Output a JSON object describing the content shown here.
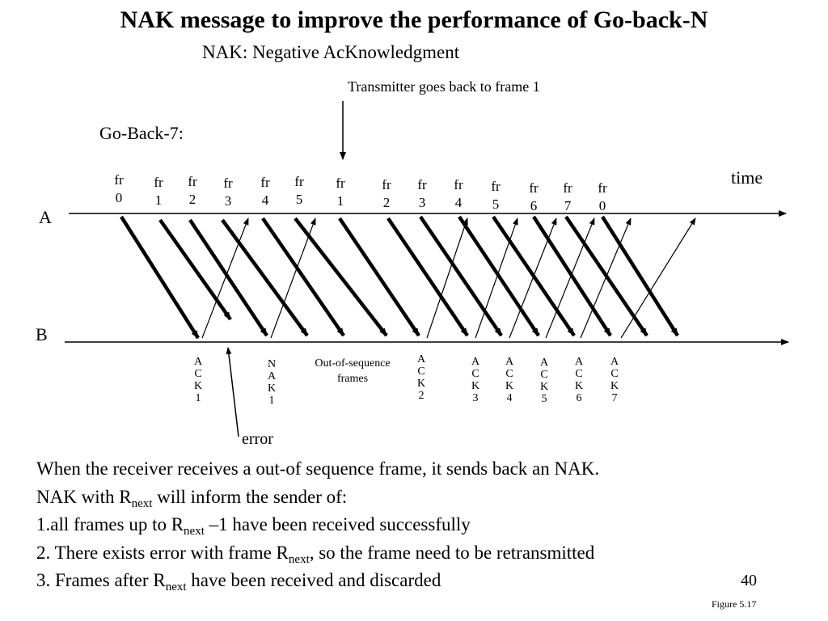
{
  "title": "NAK message to improve the performance of Go-back-N",
  "subtitle": "NAK: Negative AcKnowledgment",
  "annotation_top": "Transmitter goes back to frame 1",
  "scheme_label": "Go-Back-7:",
  "time_label": "time",
  "station_a": "A",
  "station_b": "B",
  "frames": [
    {
      "l1": "fr",
      "l2": "0"
    },
    {
      "l1": "fr",
      "l2": "1"
    },
    {
      "l1": "fr",
      "l2": "2"
    },
    {
      "l1": "fr",
      "l2": "3"
    },
    {
      "l1": "fr",
      "l2": "4"
    },
    {
      "l1": "fr",
      "l2": "5"
    },
    {
      "l1": "fr",
      "l2": "1"
    },
    {
      "l1": "fr",
      "l2": "2"
    },
    {
      "l1": "fr",
      "l2": "3"
    },
    {
      "l1": "fr",
      "l2": "4"
    },
    {
      "l1": "fr",
      "l2": "5"
    },
    {
      "l1": "fr",
      "l2": "6"
    },
    {
      "l1": "fr",
      "l2": "7"
    },
    {
      "l1": "fr",
      "l2": "0"
    }
  ],
  "acks": [
    "ACK1",
    "NAK1",
    "ACK2",
    "ACK3",
    "ACK4",
    "ACK5",
    "ACK6",
    "ACK7"
  ],
  "out_of_sequence": "Out-of-sequence frames",
  "error_label": "error",
  "body": {
    "line1": "When the receiver receives a out-of sequence frame, it  sends back an NAK.",
    "line2_a": "NAK with R",
    "line2_b": " will inform the sender of:",
    "line3_a": "1.all frames up to R",
    "line3_b": " –1 have been received successfully",
    "line4_a": "2. There exists error with frame R",
    "line4_b": ", so the frame need to be retransmitted",
    "line5_a": "3. Frames after R",
    "line5_b": " have been received and discarded",
    "sub": "next"
  },
  "page_number": "40",
  "figure_ref": "Figure 5.17"
}
